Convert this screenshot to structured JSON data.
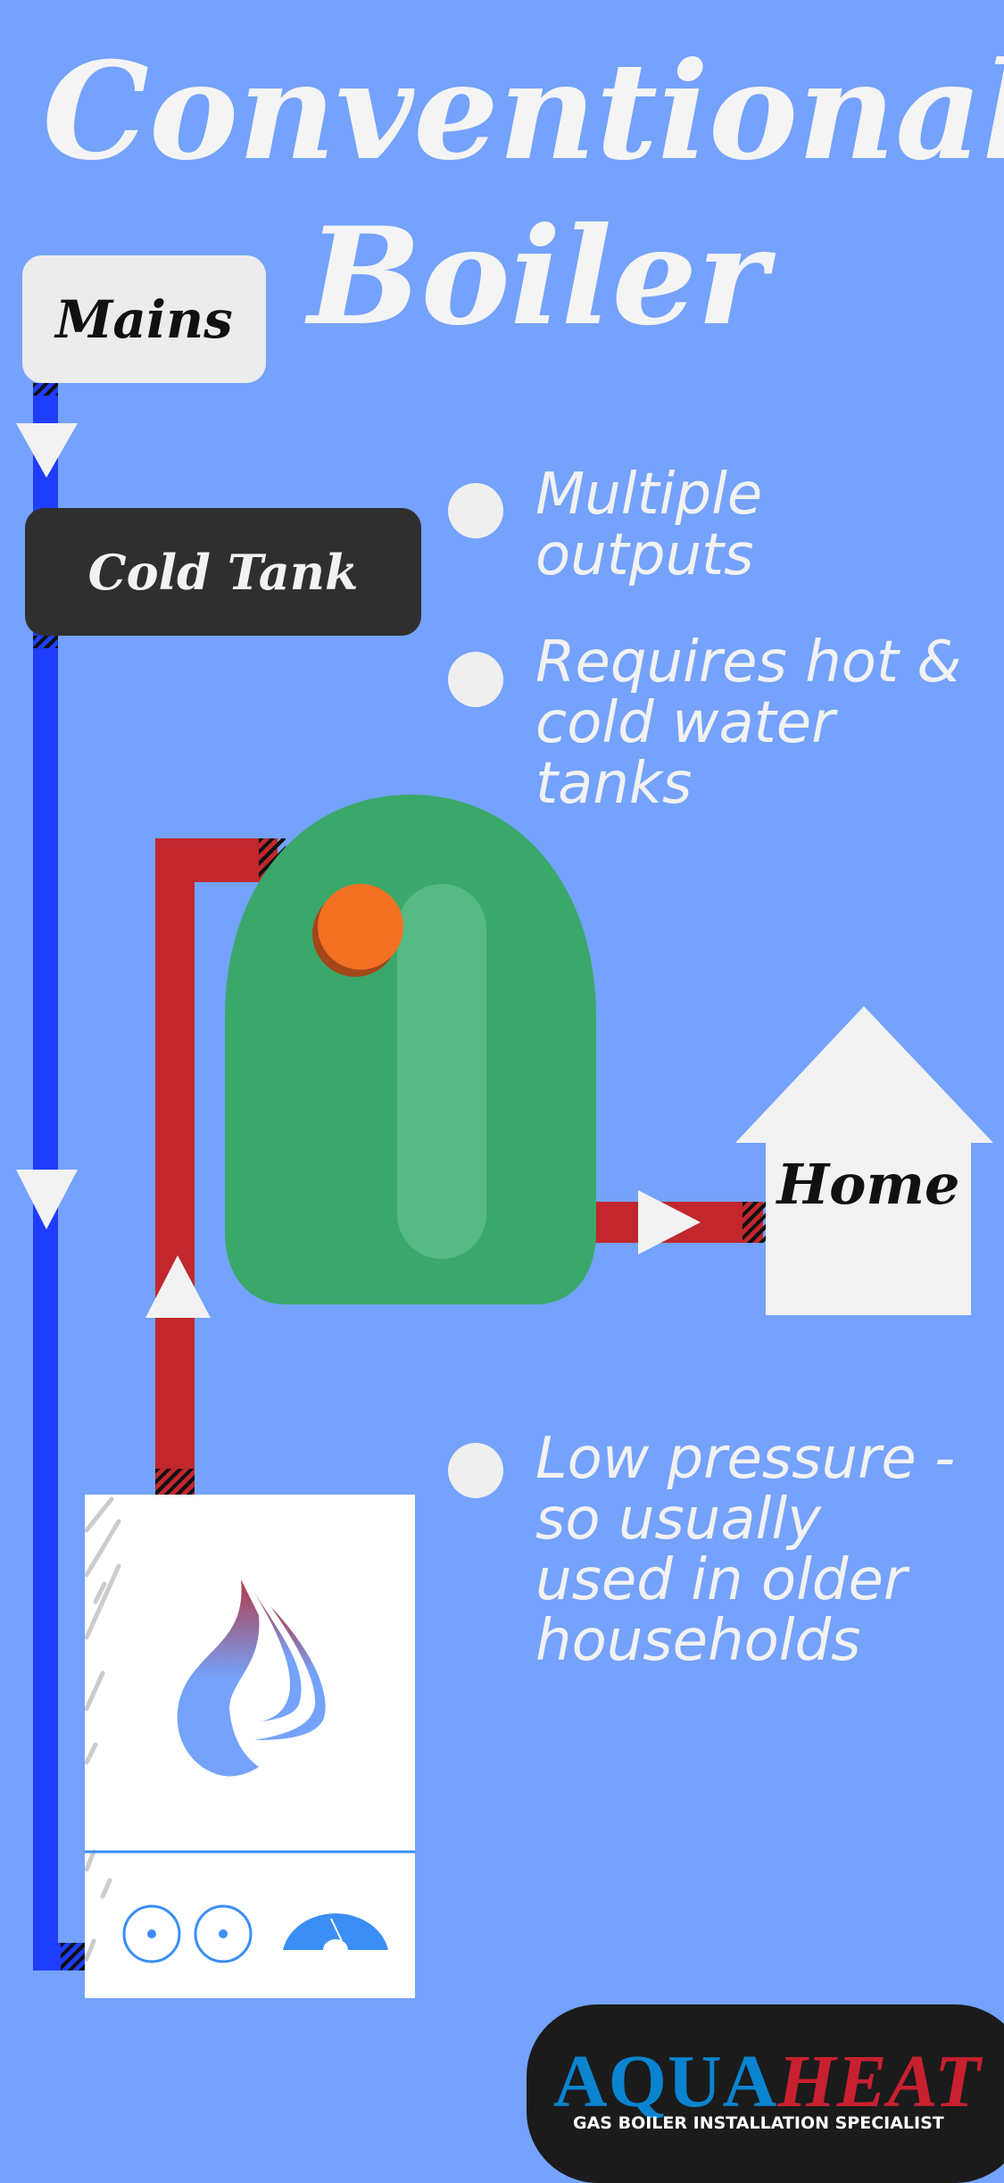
{
  "title": {
    "line1": "Conventional",
    "line2": "Boiler"
  },
  "labels": {
    "mains": "Mains",
    "cold_tank": "Cold Tank",
    "home": "Home"
  },
  "bullets": [
    {
      "text": "Multiple outputs"
    },
    {
      "text": "Requires hot & cold water tanks"
    },
    {
      "text": "Low pressure - so usually used in older households"
    }
  ],
  "logo": {
    "aqua": "AQUA",
    "heat": "HEAT",
    "tagline": "GAS BOILER INSTALLATION SPECIALIST"
  },
  "colors": {
    "background": "#74a2fc",
    "cold_pipe": "#1f3dff",
    "hot_pipe": "#c1272d",
    "tank": "#3aa86a",
    "indicator": "#f47022"
  }
}
